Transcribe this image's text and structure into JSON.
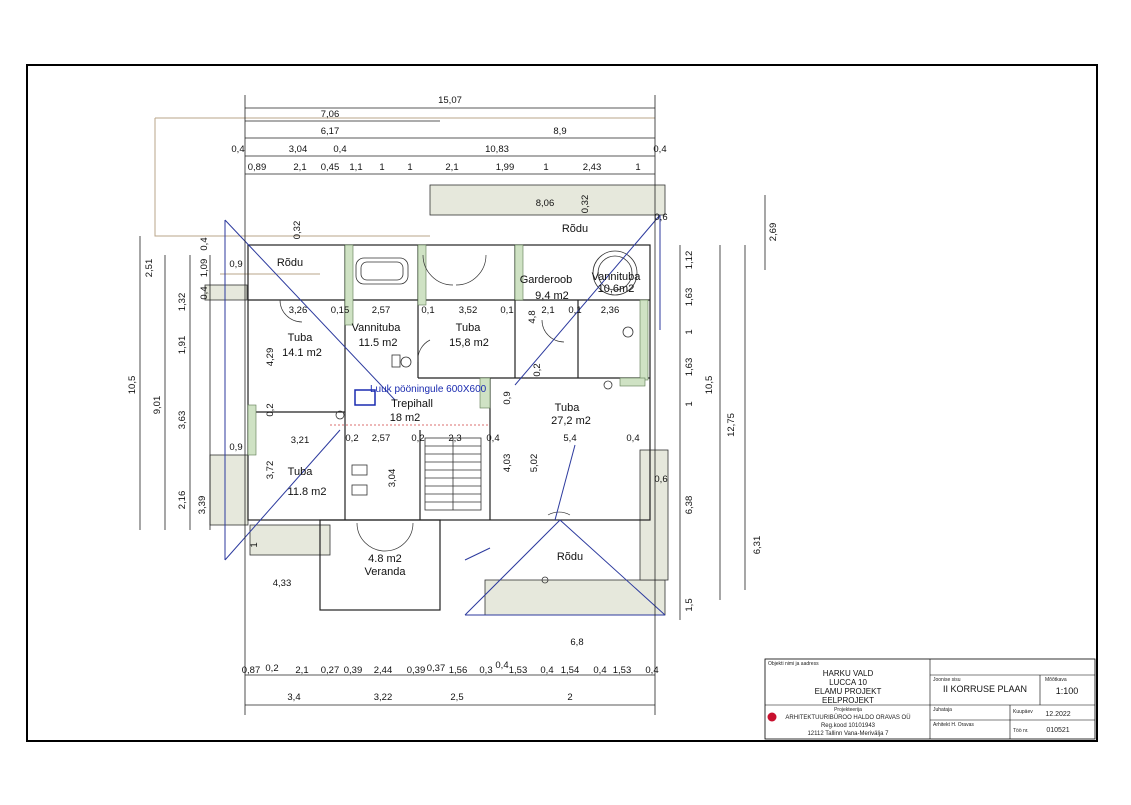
{
  "dimensions": {
    "top": {
      "row1": [
        "15,07"
      ],
      "row2": [
        "7,06"
      ],
      "row3": [
        "6,17",
        "8,9"
      ],
      "row4": [
        "0,4",
        "3,04",
        "0,4",
        "10,83",
        "0,4"
      ],
      "row5": [
        "0,89",
        "2,1",
        "0,45",
        "1,1",
        "1",
        "1",
        "2,1",
        "1,99",
        "1",
        "2,43",
        "1"
      ]
    },
    "bottom": {
      "row1": [
        "0,87",
        "0,2",
        "2,1",
        "0,27",
        "0,39",
        "2,44",
        "0,39",
        "0,37",
        "1,56",
        "0,3",
        "0,4",
        "1,53",
        "0,4",
        "1,54",
        "0,4",
        "1,53",
        "0,4"
      ],
      "row2": [
        "3,4",
        "3,22",
        "2,5",
        "2"
      ]
    },
    "left": [
      "10,5",
      "2,51",
      "9,01",
      "1,32",
      "0,4",
      "1,09",
      "0,4",
      "1,91",
      "3,63",
      "2,16",
      "3,39"
    ],
    "right": [
      "2,69",
      "1,12",
      "1,63",
      "1",
      "1,63",
      "1",
      "10,5",
      "12,75",
      "6,38",
      "6,31",
      "1,5"
    ],
    "interior": [
      "0,32",
      "0,9",
      "8,06",
      "0,32",
      "0,6",
      "3,26",
      "0,15",
      "2,57",
      "0,1",
      "3,52",
      "0,1",
      "2,1",
      "0,1",
      "2,36",
      "4,8",
      "4,29",
      "0,2",
      "3,21",
      "0,2",
      "2,57",
      "0,2",
      "2,3",
      "0,4",
      "3,72",
      "3,04",
      "0,9",
      "4,03",
      "5,02",
      "0,2",
      "5,4",
      "0,4",
      "0,6",
      "0,9",
      "1",
      "4,33",
      "6,8"
    ]
  },
  "rooms": [
    {
      "name": "Rõdu",
      "area": ""
    },
    {
      "name": "Rõdu",
      "area": ""
    },
    {
      "name": "Tuba",
      "area": "14.1 m2"
    },
    {
      "name": "Vannituba",
      "area": "11.5 m2"
    },
    {
      "name": "Tuba",
      "area": "15,8 m2"
    },
    {
      "name": "Garderoob",
      "area": "9,4 m2"
    },
    {
      "name": "Vannituba",
      "area": "10,6m2"
    },
    {
      "name": "Trepihall",
      "area": "18 m2"
    },
    {
      "name": "Tuba",
      "area": "27,2 m2"
    },
    {
      "name": "Tuba",
      "area": "11.8 m2"
    },
    {
      "name": "Veranda",
      "area": "4.8 m2"
    },
    {
      "name": "Rõdu",
      "area": ""
    }
  ],
  "annotation": "Luuk pööningule 600X600",
  "title_block": {
    "object_label": "Objekti nimi ja aadress",
    "object_lines": [
      "HARKU VALD",
      "LUCCA 10",
      "ELAMU PROJEKT",
      "EELPROJEKT"
    ],
    "sheet_label": "Joonise sisu",
    "sheet_name": "II KORRUSE PLAAN",
    "scale_label": "Mõõtkava",
    "scale": "1:100",
    "designer_label": "Projekteerija",
    "designer_name": "ARHITEKTUURIBÜROO HALDO ORAVAS OÜ",
    "reg_code": "Reg.kood 10101943",
    "address": "12112 Tallinn Vana-Meriväljа 7",
    "lead_label": "Juhataja",
    "architect": "Arhitekt H. Oravas",
    "date_label": "Kuupäev",
    "date": "12.2022",
    "work_label": "Töö nr.",
    "work_no": "010521",
    "logo_color": "#c8102e"
  }
}
